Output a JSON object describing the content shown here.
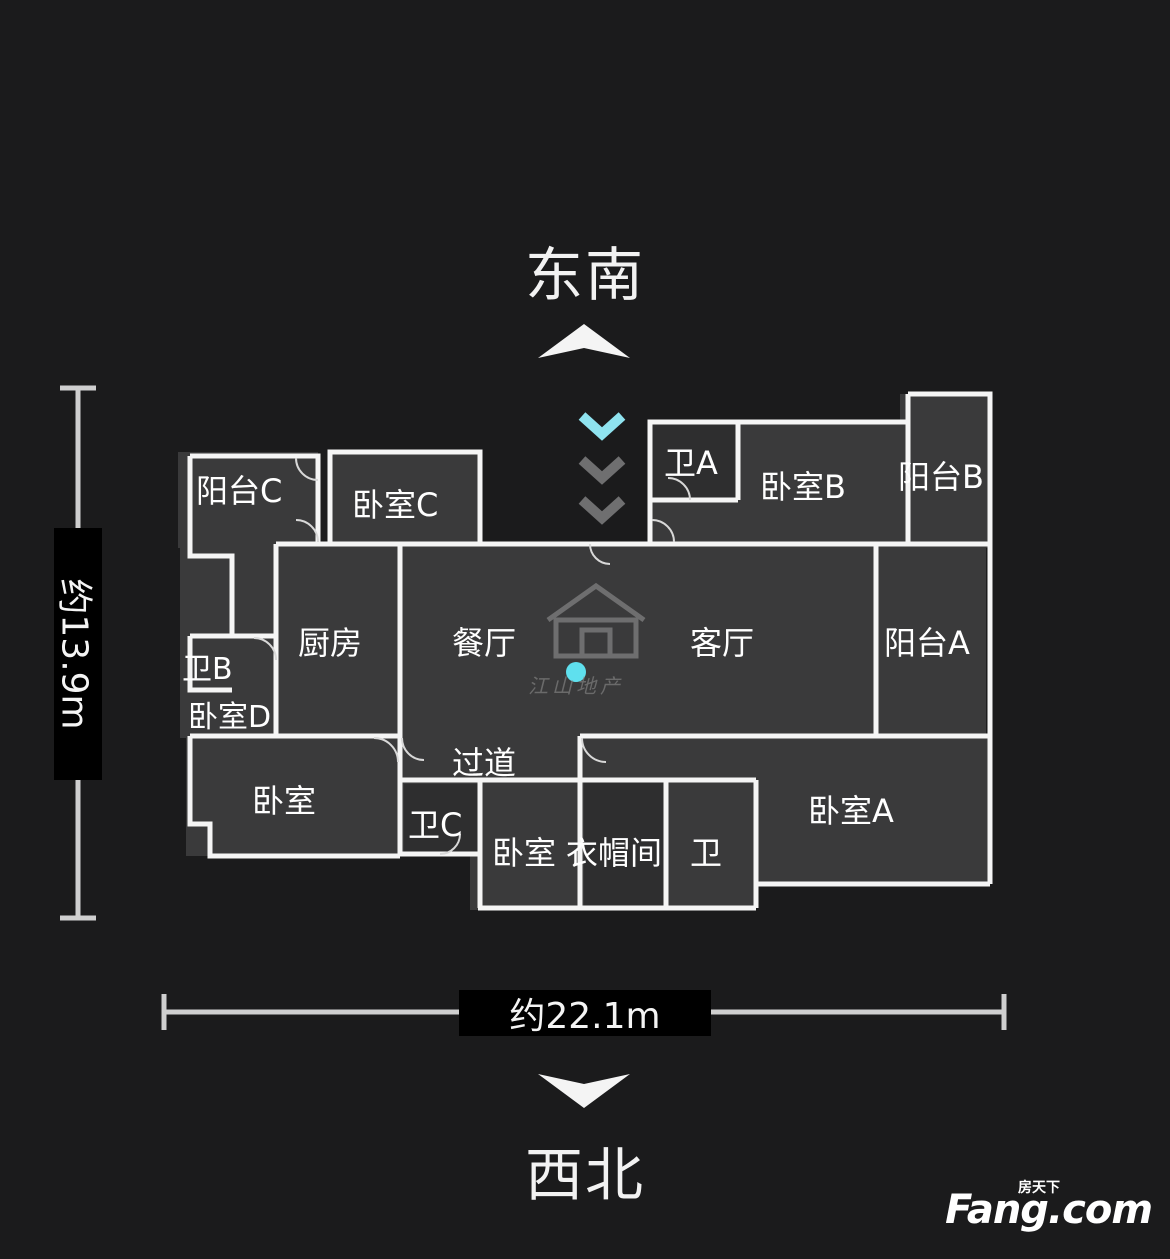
{
  "compass": {
    "top": "东南",
    "bottom": "西北"
  },
  "dimensions": {
    "height": "约13.9m",
    "width": "约22.1m"
  },
  "rooms": {
    "balcony_c": "阳台C",
    "bedroom_c": "卧室C",
    "bath_a": "卫A",
    "bedroom_b": "卧室B",
    "balcony_b": "阳台B",
    "kitchen": "厨房",
    "dining": "餐厅",
    "living": "客厅",
    "balcony_a": "阳台A",
    "bath_b": "卫B",
    "bedroom_d": "卧室D",
    "bedroom": "卧室",
    "corridor": "过道",
    "bath_c": "卫C",
    "bedroom_2": "卧室",
    "cloakroom": "衣帽间",
    "bath": "卫",
    "bedroom_a": "卧室A"
  },
  "watermark": {
    "text": "江山地产"
  },
  "brand": {
    "small": "房天下",
    "main": "Fang.com"
  },
  "colors": {
    "background": "#1b1b1c",
    "room_fill": "#3a3a3b",
    "wall": "#f5f5f5",
    "accent": "#8fe3ef"
  }
}
